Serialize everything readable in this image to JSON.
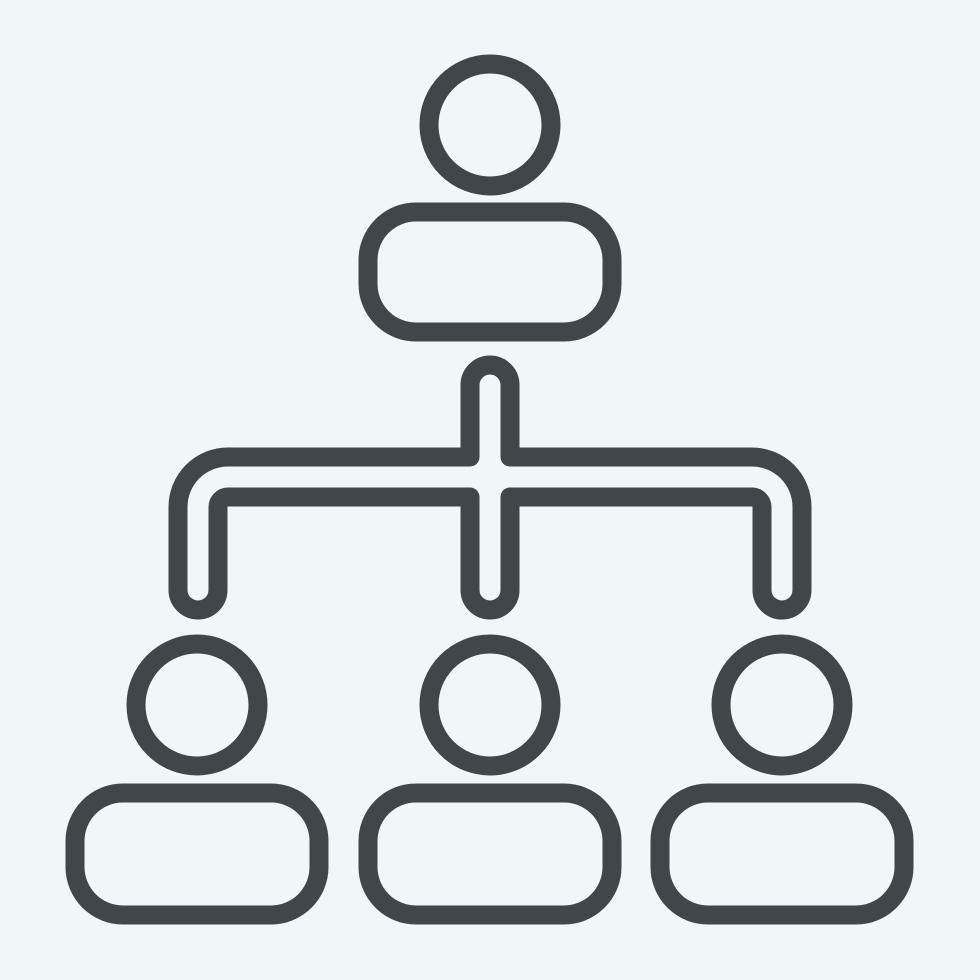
{
  "icon": {
    "name": "hierarchy-org-chart-icon",
    "style": "outline",
    "background_color": "#eff7f9",
    "stroke_color": "#40464a",
    "people": [
      {
        "name": "top-person",
        "level": 1
      },
      {
        "name": "bottom-left-person",
        "level": 2
      },
      {
        "name": "bottom-center-person",
        "level": 2
      },
      {
        "name": "bottom-right-person",
        "level": 2
      }
    ]
  }
}
